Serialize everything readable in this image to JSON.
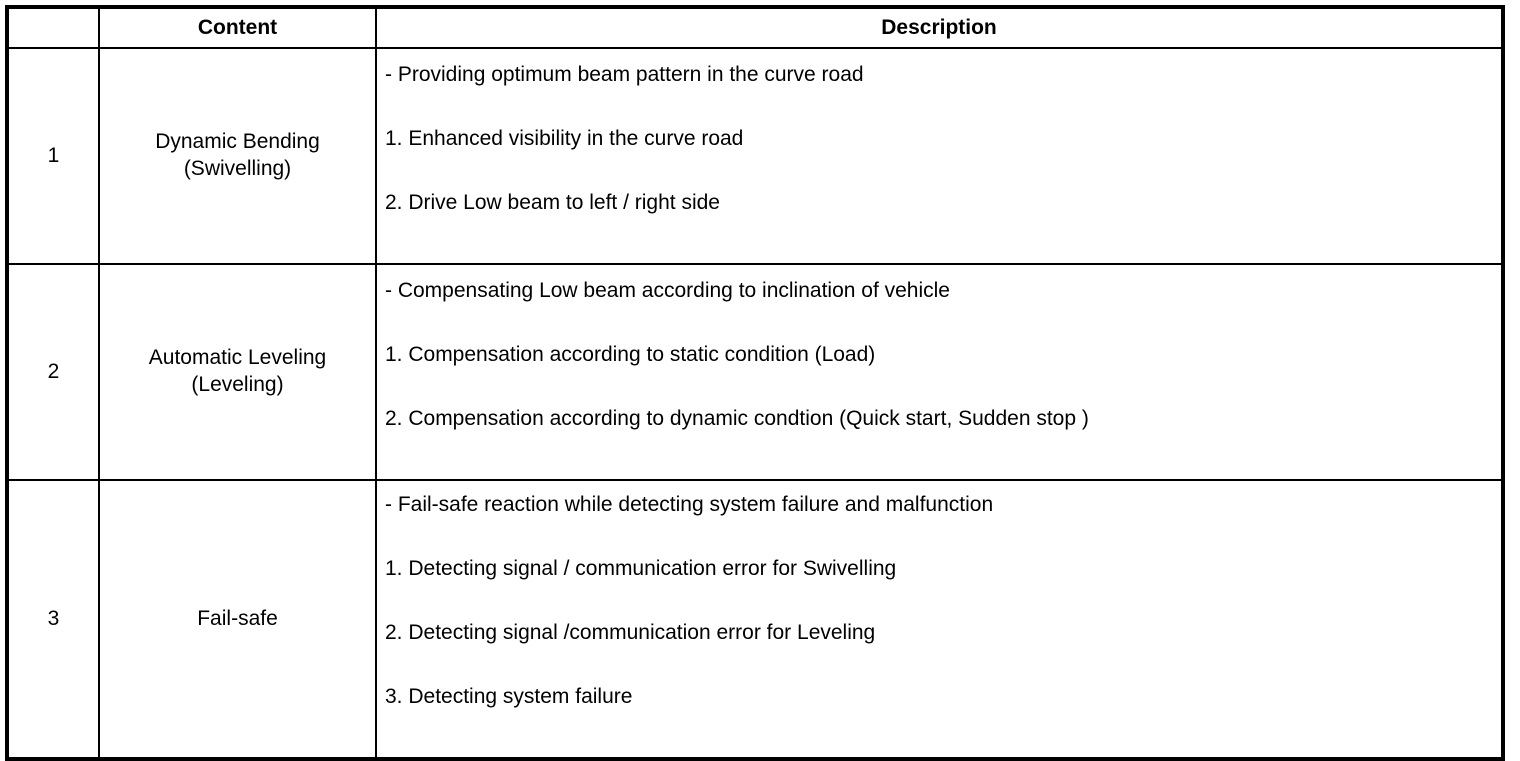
{
  "table": {
    "headers": {
      "index": "",
      "content": "Content",
      "description": "Description"
    },
    "rows": [
      {
        "index": "1",
        "content_line1": "Dynamic Bending",
        "content_line2": "(Swivelling)",
        "description_lines": [
          "-  Providing optimum beam pattern in the curve road",
          "1. Enhanced visibility in the curve road",
          "2. Drive Low beam to left / right side"
        ]
      },
      {
        "index": "2",
        "content_line1": "Automatic Leveling",
        "content_line2": "(Leveling)",
        "description_lines": [
          "-  Compensating Low beam according to inclination of vehicle",
          "1. Compensation according to static condition (Load)",
          "2. Compensation according to dynamic condtion (Quick start, Sudden stop )"
        ]
      },
      {
        "index": "3",
        "content_line1": "Fail-safe",
        "content_line2": "",
        "description_lines": [
          "-  Fail-safe reaction while detecting system failure and malfunction",
          "1. Detecting signal / communication error for Swivelling",
          "2. Detecting signal /communication error for Leveling",
          "3. Detecting system failure"
        ]
      }
    ]
  },
  "colors": {
    "border": "#000000",
    "text": "#000000",
    "background": "#ffffff"
  }
}
